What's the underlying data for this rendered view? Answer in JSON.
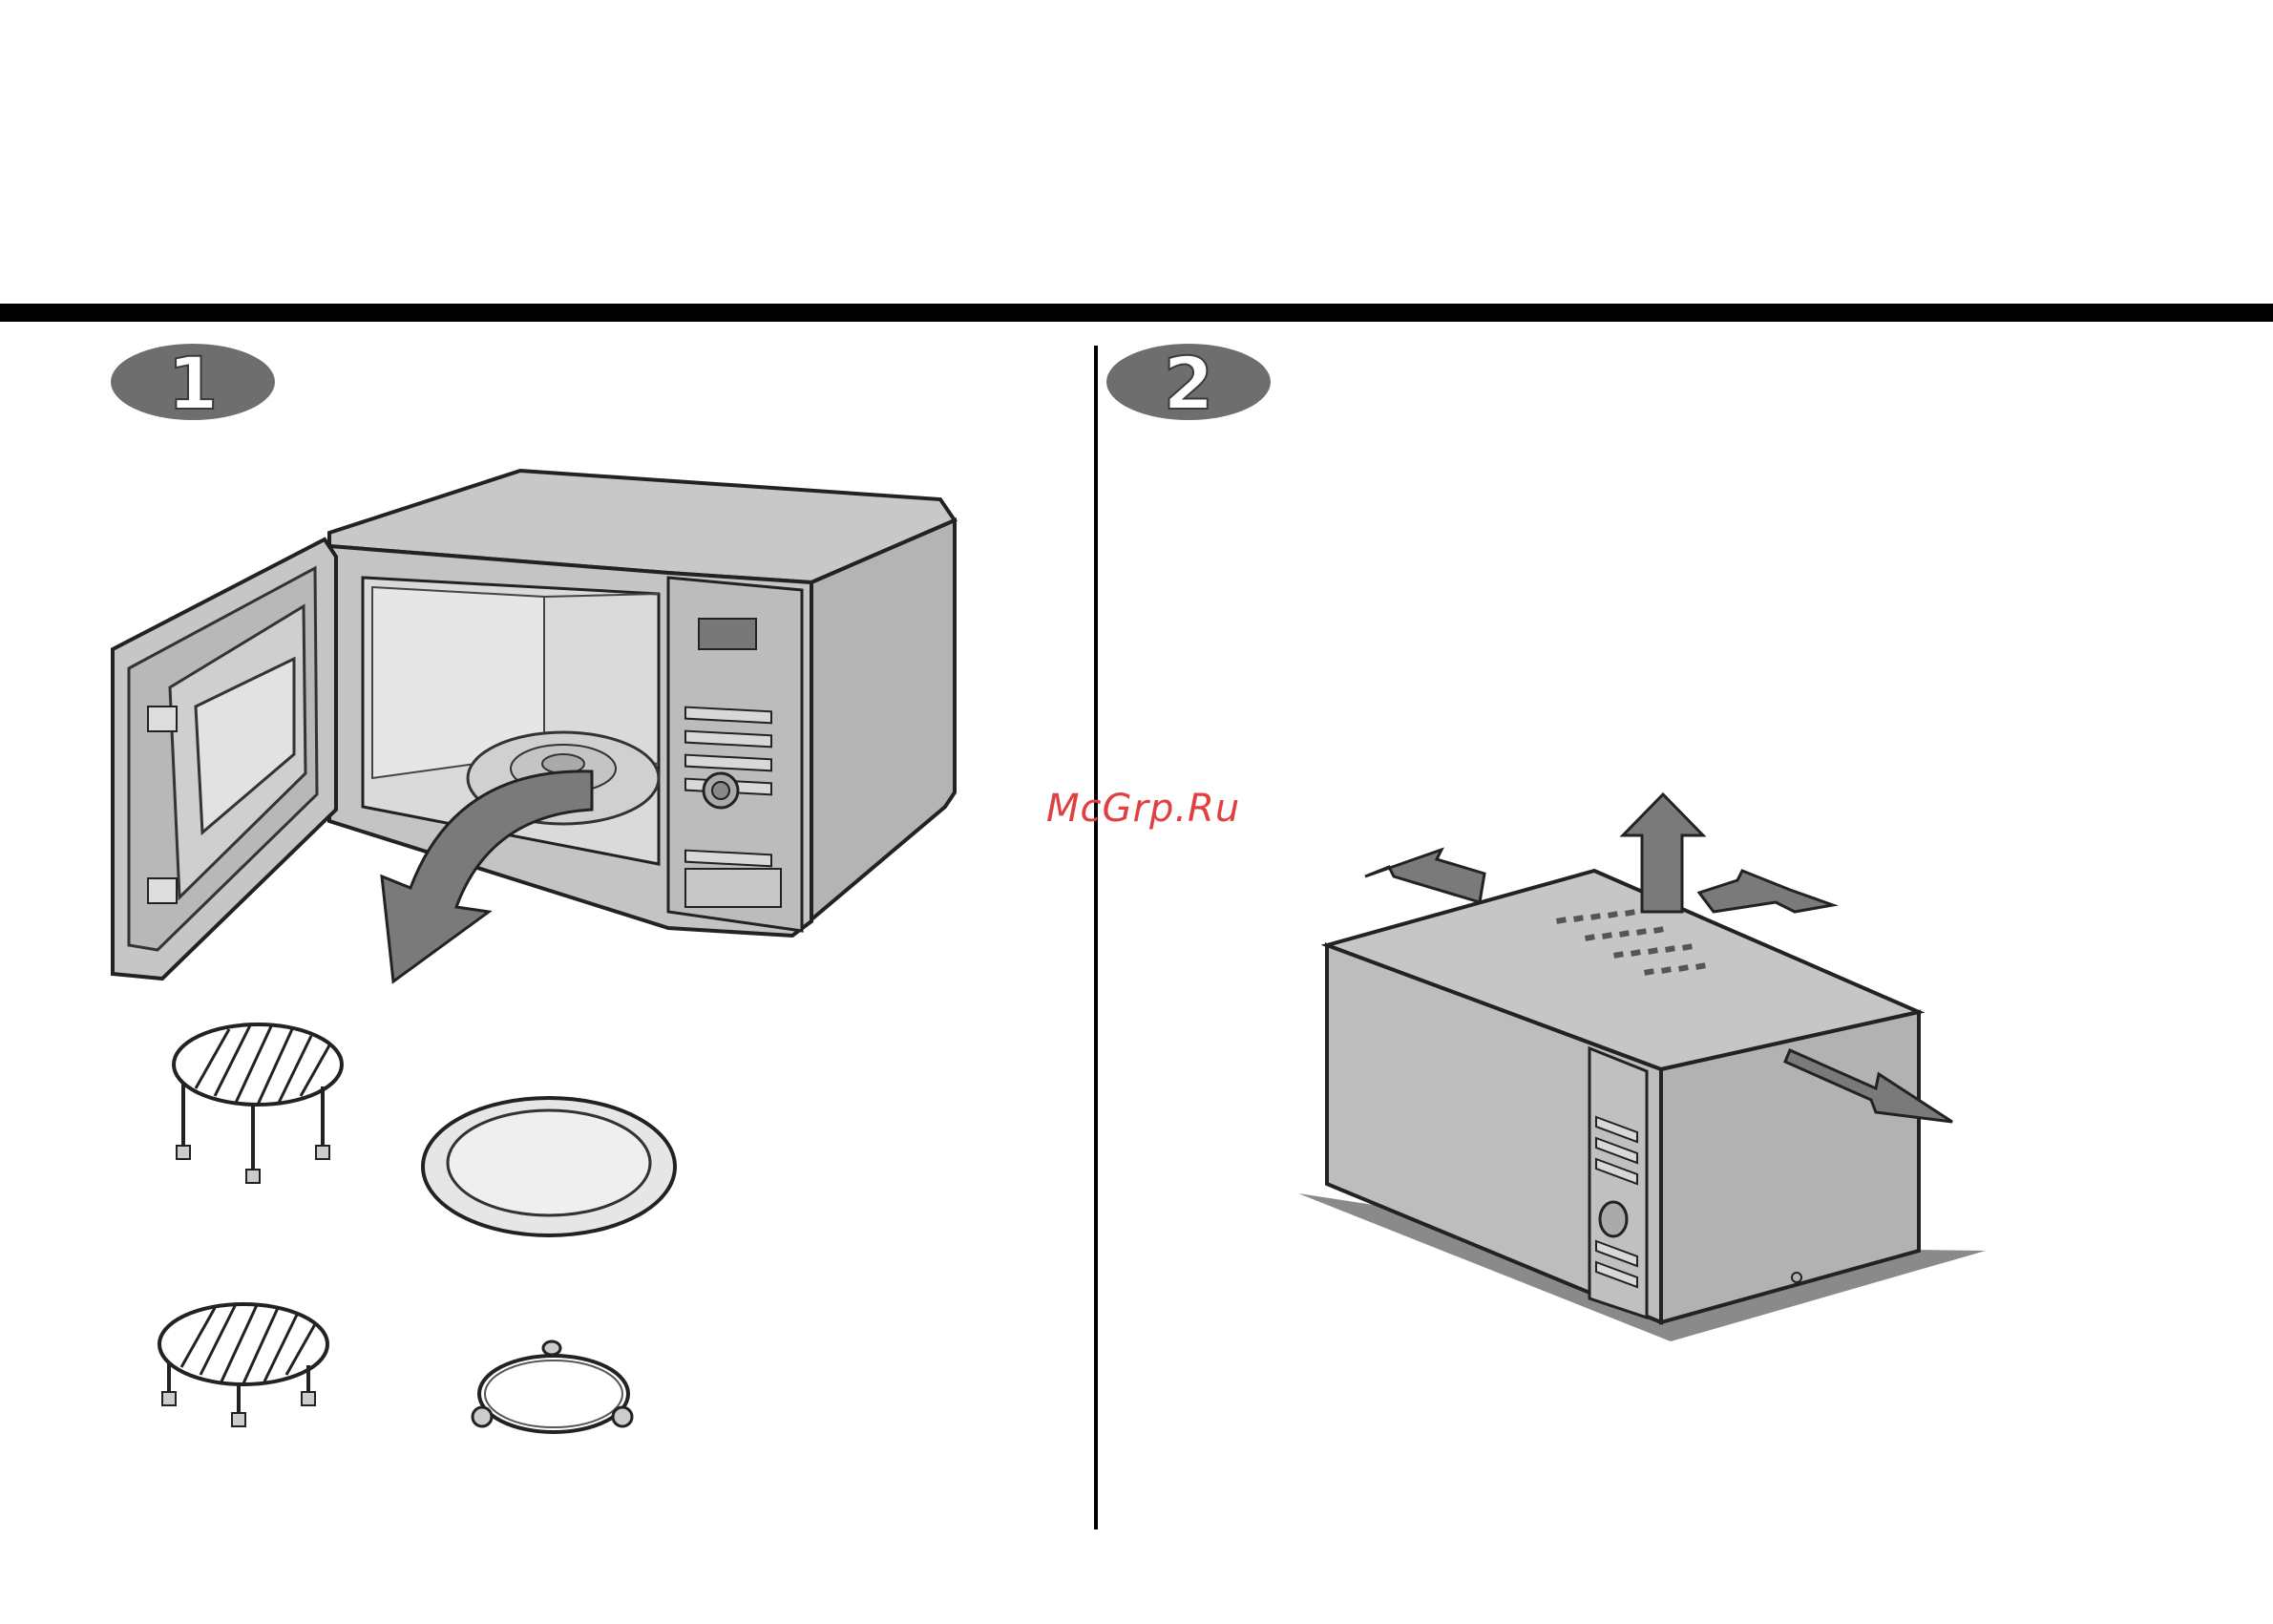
{
  "steps": [
    {
      "number": "1"
    },
    {
      "number": "2"
    }
  ],
  "watermark": "McGrp.Ru",
  "colors": {
    "rule": "#000000",
    "badge_fill": "#6e6e6e",
    "appliance_body": "#bdbdbd",
    "shadow": "#8a8a8a",
    "arrow": "#7a7a7a"
  },
  "icons": [
    "microwave-open-door",
    "remove-arrow",
    "high-rack",
    "glass-tray",
    "low-rack",
    "roller-ring",
    "microwave-closed",
    "clearance-arrows"
  ]
}
